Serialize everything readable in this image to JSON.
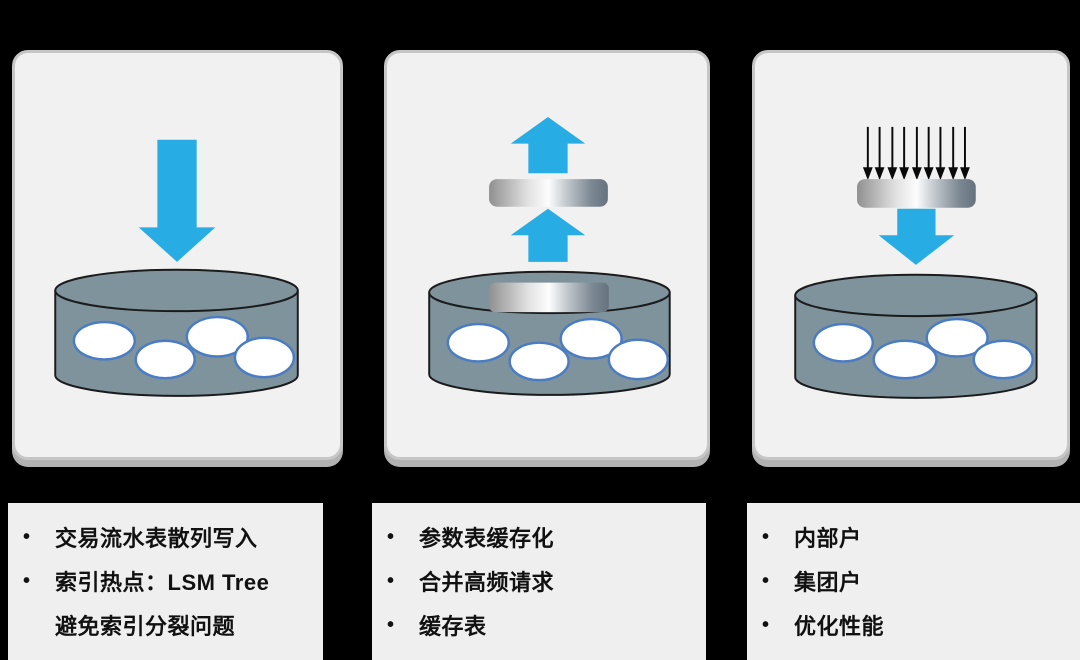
{
  "bullet_char": "•",
  "colors": {
    "background": "#000000",
    "card_bg": "#f0f1f0",
    "card_border": "#c6c6c6",
    "card_shadow": "#b2b2b2",
    "text_panel_bg": "#efefef",
    "arrow_blue": "#27ace3",
    "cylinder_fill": "#7e939c",
    "cylinder_stroke": "#1b1b1b",
    "record_fill": "#ffffff",
    "record_stroke": "#4a7cc4",
    "black_arrow": "#0a0a0a",
    "text_color": "#111111",
    "bar_edge_left": "#909090",
    "bar_highlight": "#fdfdfd",
    "bar_edge_right": "#66737e"
  },
  "panels": [
    {
      "lines": [
        {
          "bullet": true,
          "text": "交易流水表散列写入"
        },
        {
          "bullet": true,
          "text": "索引热点：LSM Tree"
        },
        {
          "bullet": false,
          "text": "避免索引分裂问题"
        }
      ]
    },
    {
      "lines": [
        {
          "bullet": true,
          "text": "参数表缓存化"
        },
        {
          "bullet": true,
          "text": "合并高频请求"
        },
        {
          "bullet": true,
          "text": "缓存表"
        }
      ]
    },
    {
      "lines": [
        {
          "bullet": true,
          "text": "内部户"
        },
        {
          "bullet": true,
          "text": "集团户"
        },
        {
          "bullet": true,
          "text": "优化性能"
        }
      ]
    }
  ]
}
